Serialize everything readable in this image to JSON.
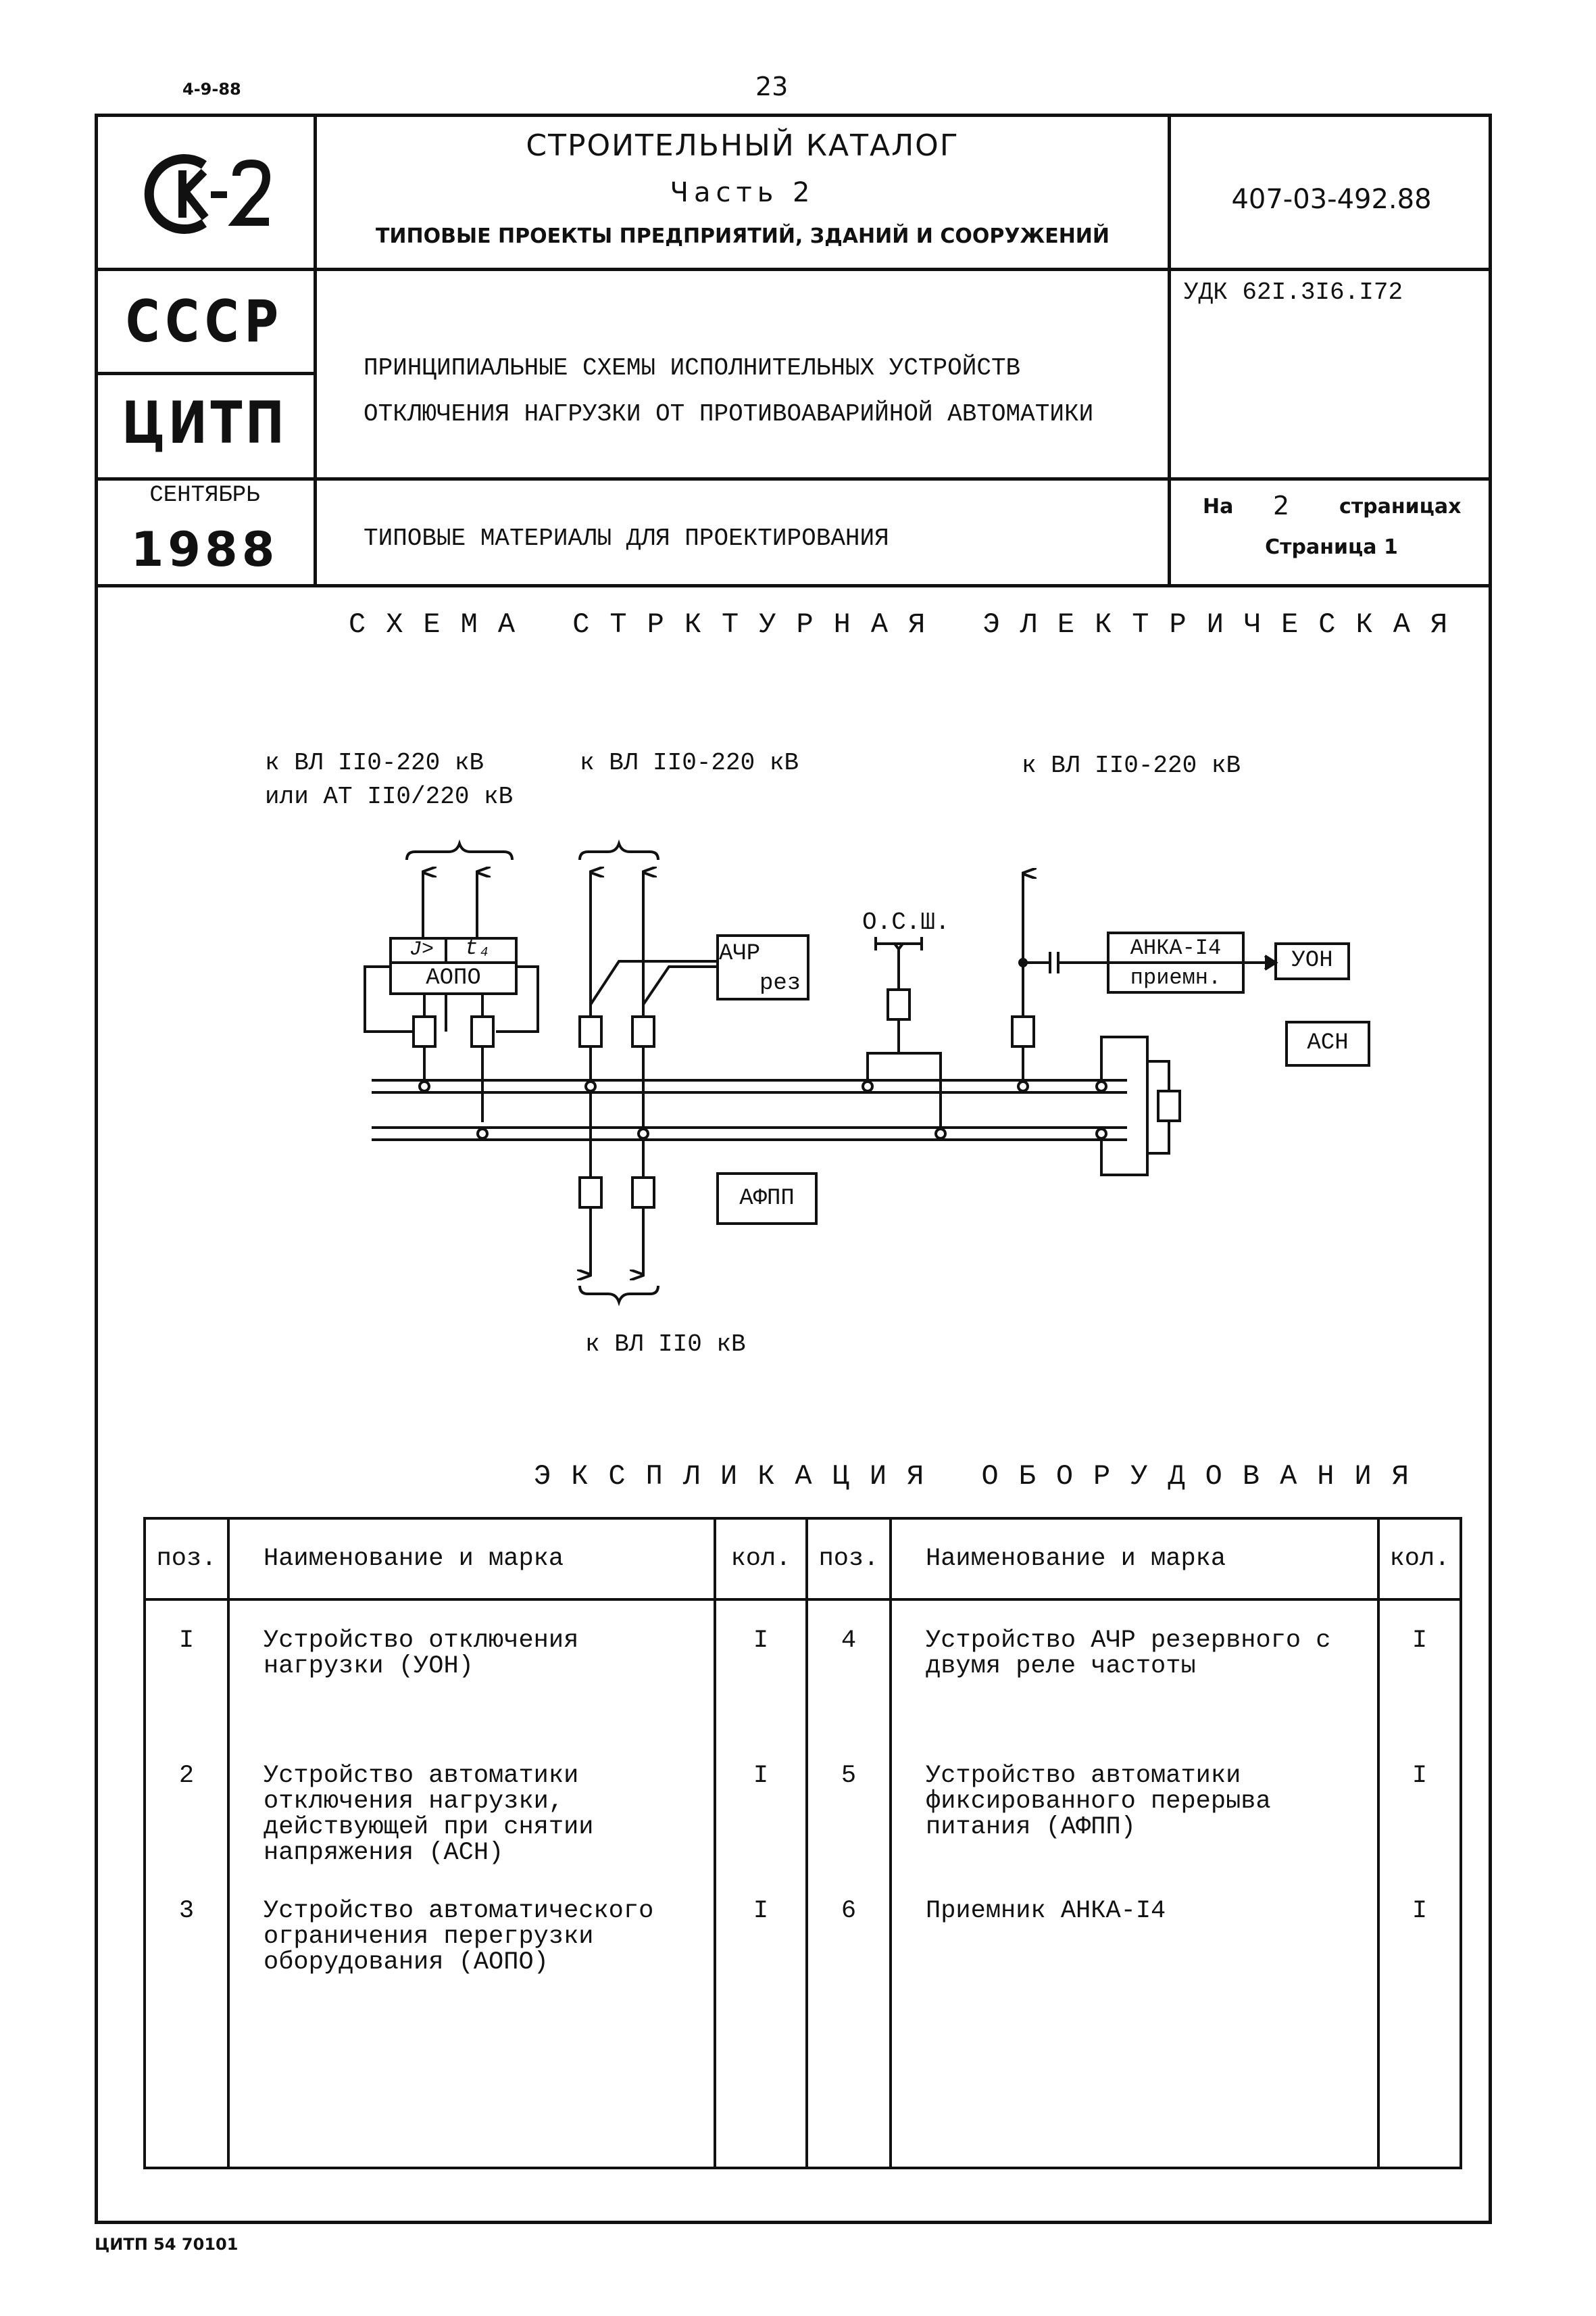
{
  "header": {
    "top_left_code": "4-9-88",
    "page_number": "23",
    "logo_text": "К-2",
    "catalog_title": "СТРОИТЕЛЬНЫЙ КАТАЛОГ",
    "part": "Часть 2",
    "subtitle": "ТИПОВЫЕ ПРОЕКТЫ ПРЕДПРИЯТИЙ, ЗДАНИЙ И СООРУЖЕНИЙ",
    "doc_number": "407-03-492.88",
    "country": "СССР",
    "org": "ЦИТП",
    "udk": "УДК 62I.3I6.I72",
    "title_line1": "ПРИНЦИПИАЛЬНЫЕ СХЕМЫ ИСПОЛНИТЕЛЬНЫХ УСТРОЙСТВ",
    "title_line2": "ОТКЛЮЧЕНИЯ НАГРУЗКИ ОТ ПРОТИВОАВАРИЙНОЙ АВТОМАТИКИ",
    "month": "СЕНТЯБРЬ",
    "year": "1988",
    "materials": "ТИПОВЫЕ МАТЕРИАЛЫ ДЛЯ ПРОЕКТИРОВАНИЯ",
    "pages_prefix": "На",
    "pages_count": "2",
    "pages_suffix": "страницах",
    "page_label": "Страница 1"
  },
  "diagram": {
    "title": "СХЕМА СТРКТУРНАЯ ЭЛЕКТРИЧЕСКАЯ",
    "label_vl1_line1": "к ВЛ II0-220 кВ",
    "label_vl1_line2": "или АТ II0/220 кВ",
    "label_vl2": "к ВЛ II0-220 кВ",
    "label_vl3": "к ВЛ II0-220 кВ",
    "label_bottom": "к ВЛ II0 кВ",
    "relay_i": "Ј>",
    "relay_t": "t₄",
    "aopo": "АОПО",
    "achr_line1": "АЧР",
    "achr_line2": "рез",
    "osh": "О.С.Ш.",
    "anka_line1": "АНКА-I4",
    "anka_line2": "приемн.",
    "uon": "УОН",
    "asn": "АСН",
    "afpp": "АФПП"
  },
  "equipment": {
    "title": "ЭКСПЛИКАЦИЯ ОБОРУДОВАНИЯ",
    "col_pos": "поз.",
    "col_name": "Наименование и марка",
    "col_qty": "кол.",
    "rows": [
      {
        "pos_l": "I",
        "name_l": "Устройство отключения нагрузки (УОН)",
        "qty_l": "I",
        "pos_r": "4",
        "name_r": "Устройство АЧР резервного с двумя реле частоты",
        "qty_r": "I"
      },
      {
        "pos_l": "2",
        "name_l": "Устройство автоматики отключения нагрузки, действующей при снятии напряжения (АСН)",
        "qty_l": "I",
        "pos_r": "5",
        "name_r": "Устройство автоматики фиксированного перерыва питания (АФПП)",
        "qty_r": "I"
      },
      {
        "pos_l": "3",
        "name_l": "Устройство автоматического ограничения перегрузки оборудования (АОПО)",
        "qty_l": "I",
        "pos_r": "6",
        "name_r": "Приемник АНКА-I4",
        "qty_r": "I"
      }
    ]
  },
  "footer": {
    "code": "ЦИТП 54 70101"
  }
}
